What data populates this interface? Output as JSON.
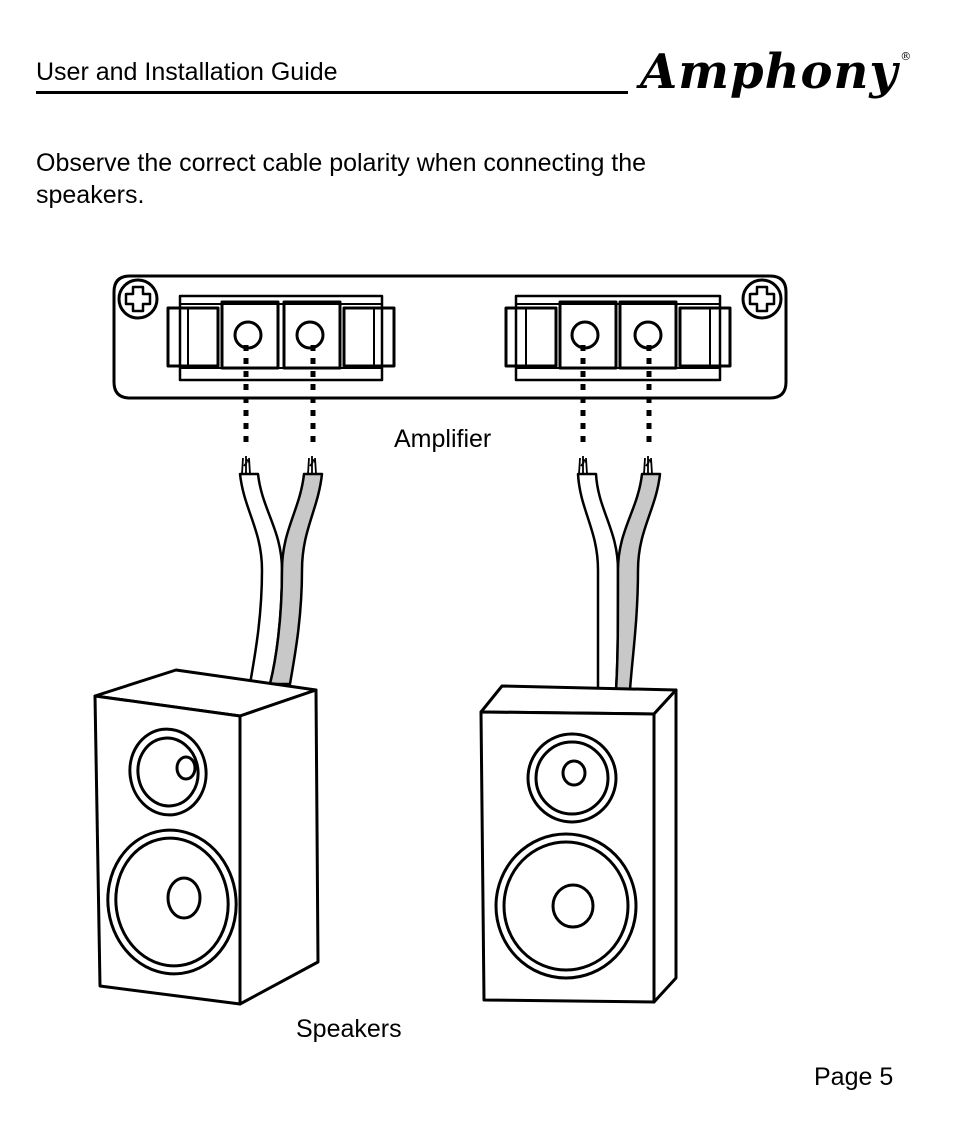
{
  "header": {
    "title": "User and Installation Guide",
    "brand": "Amphony",
    "registered_mark": "®"
  },
  "intro_text": "Observe the correct cable polarity when connecting the speakers.",
  "diagram": {
    "amplifier_label": "Amplifier",
    "speakers_label": "Speakers",
    "wire_colors": {
      "positive": "#ffffff",
      "negative": "#c8c8c8"
    }
  },
  "footer": {
    "page_label": "Page 5"
  }
}
